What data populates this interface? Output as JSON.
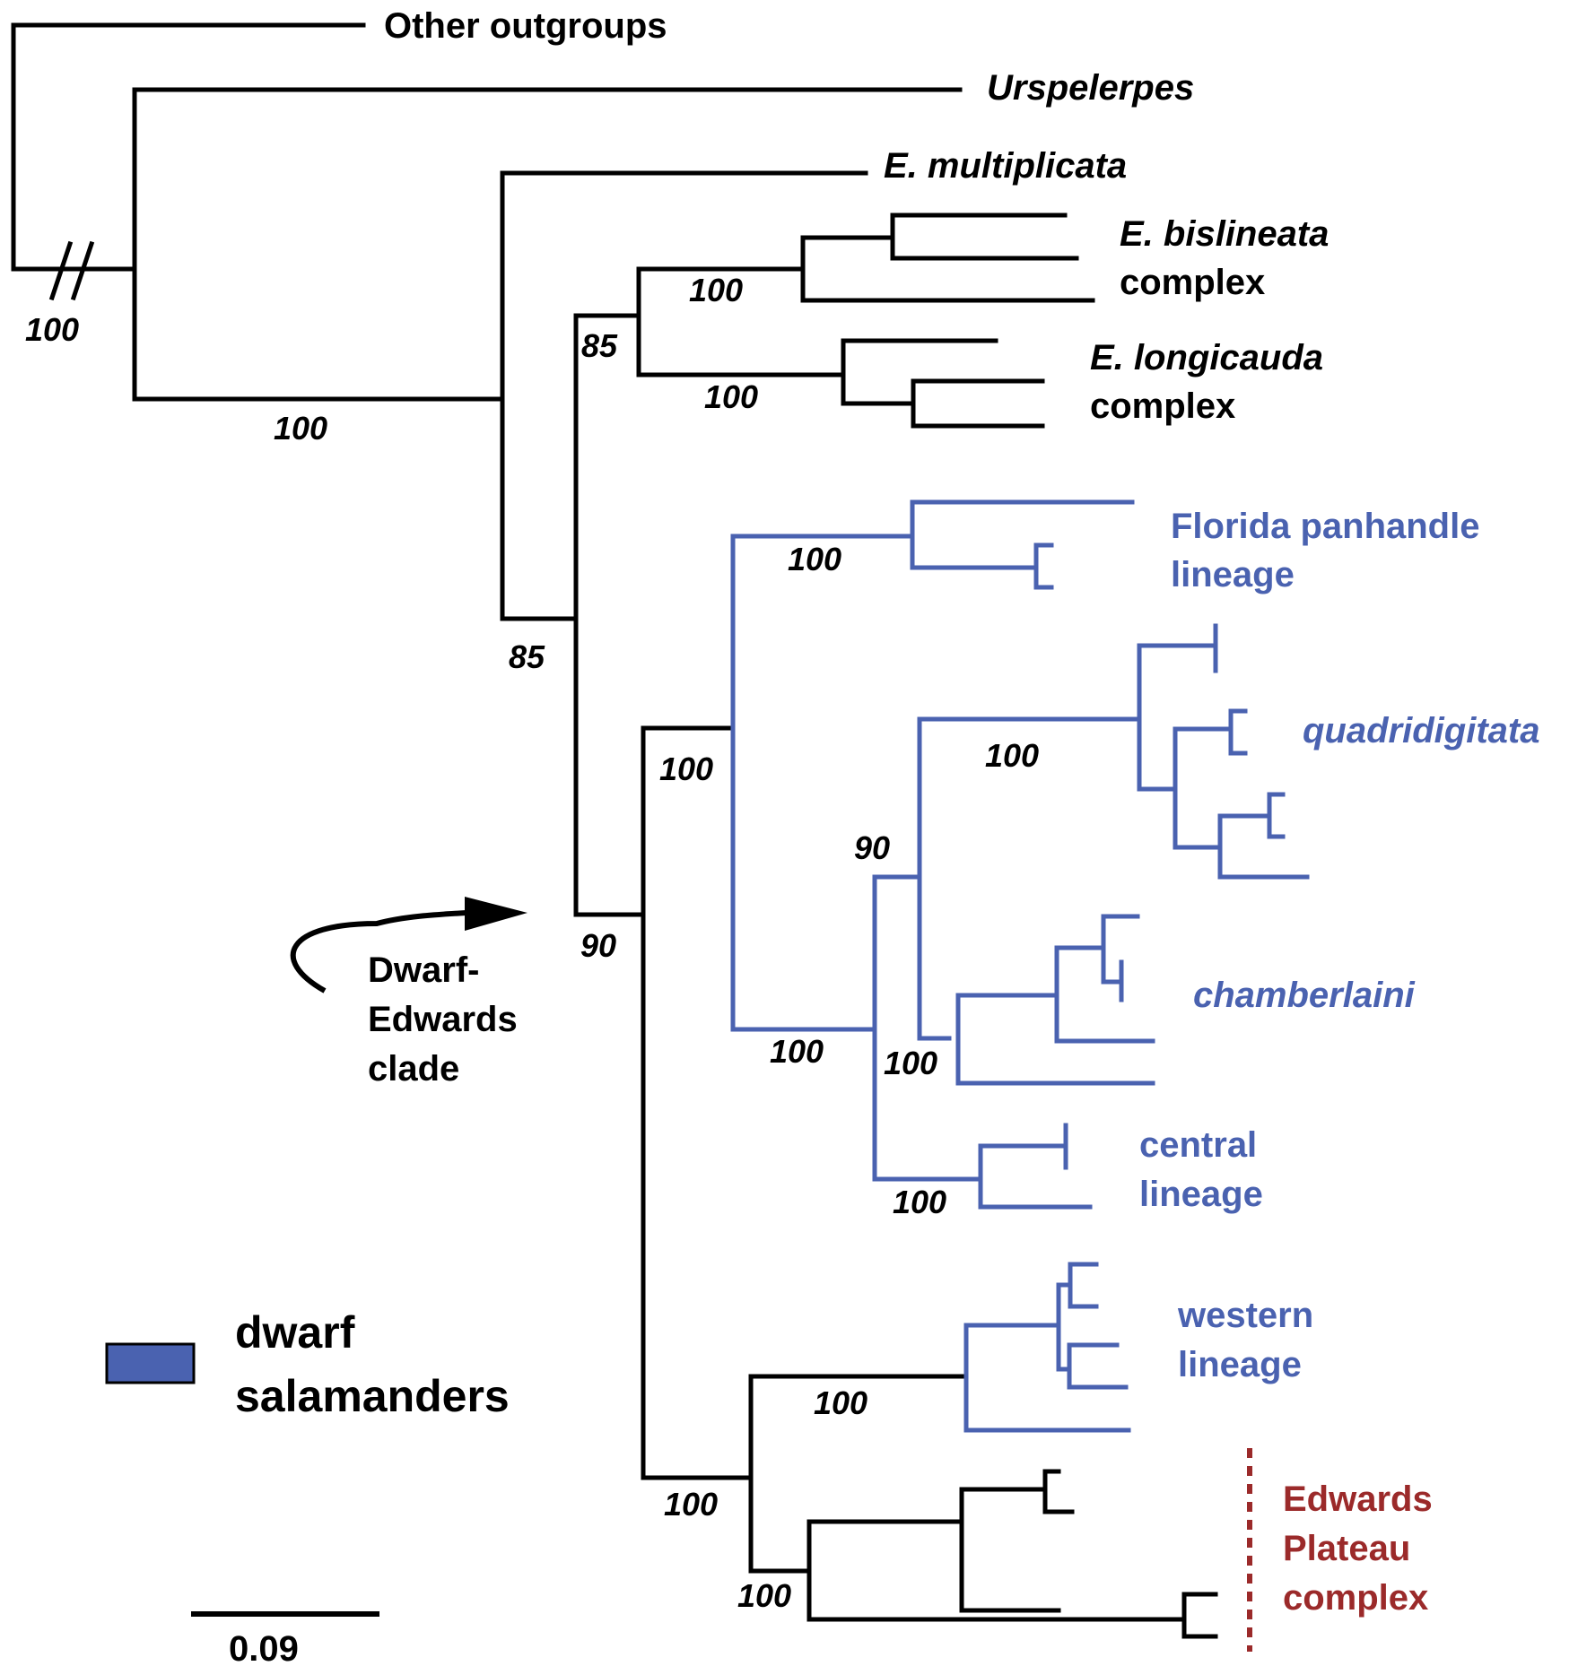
{
  "colors": {
    "black": "#000000",
    "dwarf": "#4a62b0",
    "edwards": "#9b2a2a"
  },
  "taxa": {
    "other_outgroups": "Other outgroups",
    "urspelerpes": "Urspelerpes",
    "multiplicata": "E. multiplicata",
    "bislineata": [
      "E. bislineata",
      "complex"
    ],
    "longicauda": [
      "E. longicauda",
      "complex"
    ],
    "florida": [
      "Florida panhandle",
      "lineage"
    ],
    "quadridigitata": "quadridigitata",
    "chamberlaini": "chamberlaini",
    "central": [
      "central",
      "lineage"
    ],
    "western": [
      "western",
      "lineage"
    ],
    "edwards": [
      "Edwards",
      "Plateau",
      "complex"
    ]
  },
  "support": {
    "root": "100",
    "urspelerpes_split": "100",
    "eurycea_core": "85",
    "bis_long": "85",
    "bislineata": "100",
    "longicauda": "100",
    "dwarf_edwards": "90",
    "dwarf": "100",
    "florida": "100",
    "dwarf_core": "100",
    "quad_cham": "90",
    "quadridigitata": "100",
    "chamberlaini": "100",
    "central": "100",
    "western_edwards": "100",
    "western": "100",
    "edwards": "100"
  },
  "annotation": [
    "Dwarf-",
    "Edwards",
    "clade"
  ],
  "legend": [
    "dwarf",
    "salamanders"
  ],
  "scale_bar": "0.09"
}
